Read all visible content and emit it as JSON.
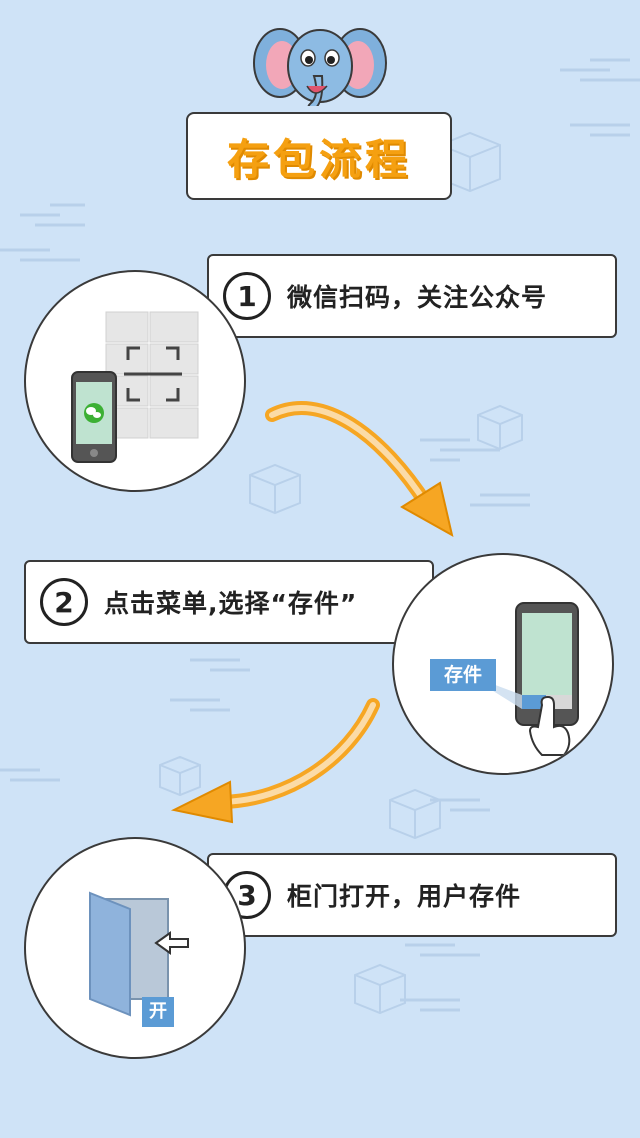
{
  "title": "存包流程",
  "steps": [
    {
      "number": "1",
      "text": "微信扫码，关注公众号"
    },
    {
      "number": "2",
      "text": "点击菜单,选择“存件”"
    },
    {
      "number": "3",
      "text": "柜门打开，用户存件"
    }
  ],
  "menu_label": "存件",
  "door_label": "开",
  "colors": {
    "background": "#cfe3f7",
    "title_orange": "#f5a011",
    "arrow_orange": "#f6a623",
    "label_blue": "#5b9bd5",
    "screen_green": "#bfe3d0"
  },
  "icons": [
    "elephant-mascot",
    "phone-icon",
    "wechat-icon",
    "qr-scan-icon",
    "hand-pointer-icon",
    "door-icon",
    "arrow-left-icon",
    "curved-arrow"
  ]
}
